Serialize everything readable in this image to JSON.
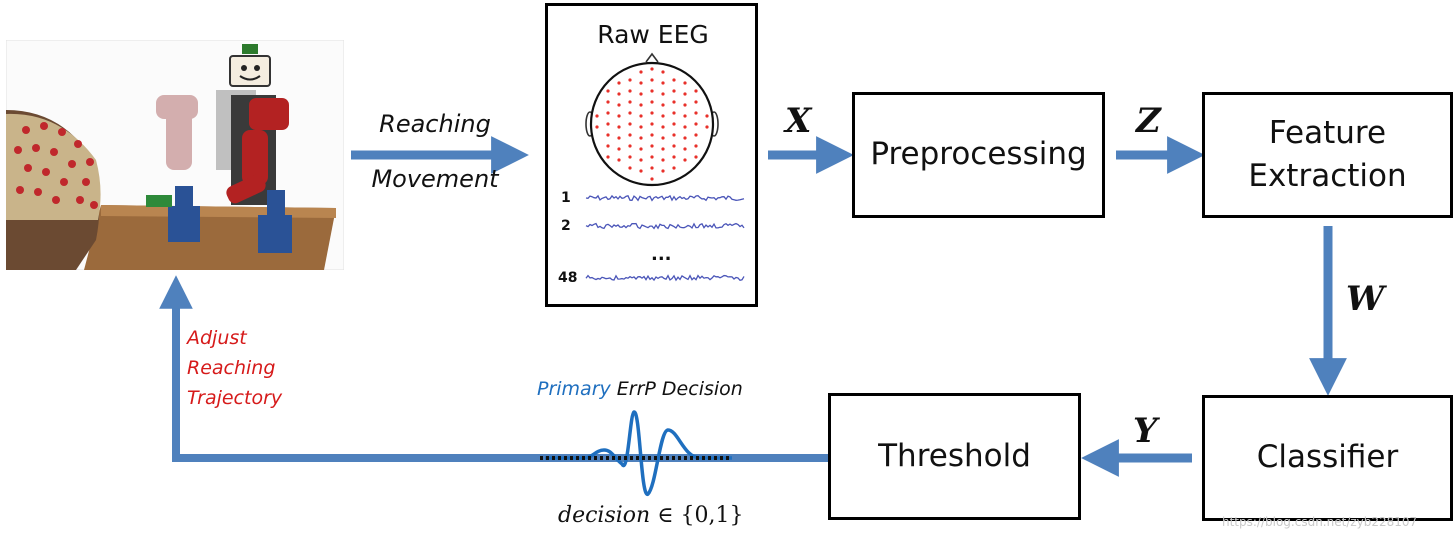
{
  "blocks": {
    "preprocessing": "Preprocessing",
    "feature_line1": "Feature",
    "feature_line2": "Extraction",
    "classifier": "Classifier",
    "threshold": "Threshold"
  },
  "variables": {
    "x": "X",
    "z": "Z",
    "w": "W",
    "y": "Y"
  },
  "arrow_labels": {
    "reaching": "Reaching",
    "movement": "Movement"
  },
  "eeg": {
    "title": "Raw EEG",
    "channel_first": "1",
    "channel_second": "2",
    "channel_ellipsis": "...",
    "channel_last": "48"
  },
  "feedback": {
    "line1": "Adjust",
    "line2": "Reaching",
    "line3": "Trajectory"
  },
  "decision": {
    "primary": "Primary",
    "rest": " ErrP Decision",
    "expression": "decision",
    "set": "∈ {0,1}"
  },
  "watermark": "https://blog.csdn.net/zyb228107",
  "colors": {
    "arrow": "#4f81bd",
    "feedback_text": "#d61a1a",
    "primary_text": "#1f6fbf",
    "electrode": "#e8302a",
    "trace": "#4a55b8"
  }
}
